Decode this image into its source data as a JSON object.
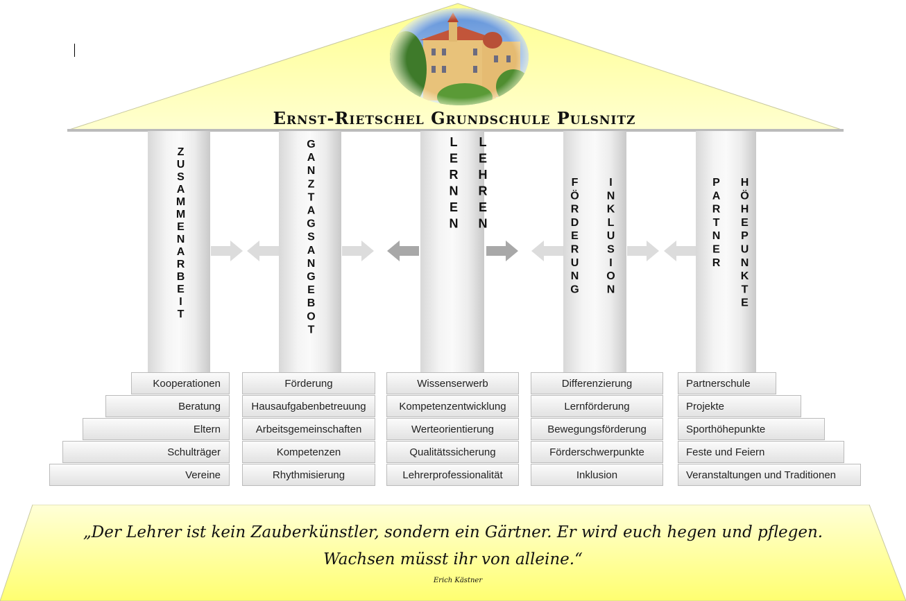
{
  "title": "Ernst-Rietschel Grundschule Pulsnitz",
  "colors": {
    "roof": "#ffffa8",
    "base": "#ffff80",
    "arrow": "#dcdcdc",
    "arrow_dark": "#a8a8a8"
  },
  "pillars": [
    {
      "label": "ZUSAMMENARBEIT",
      "steps": [
        "Kooperationen",
        "Beratung",
        "Eltern",
        "Schulträger",
        "Vereine"
      ]
    },
    {
      "label": "GANZTAGSANGEBOT",
      "steps": [
        "Förderung",
        "Hausaufgabenbetreuung",
        "Arbeitsgemeinschaften",
        "Kompetenzen",
        "Rhythmisierung"
      ]
    },
    {
      "label": "LEHREN\n \nLERNEN",
      "steps": [
        "Wissenserwerb",
        "Kompetenzentwicklung",
        "Werteorientierung",
        "Qualitätssicherung",
        "Lehrerprofessionalität"
      ]
    },
    {
      "label": "FÖRDERUNG",
      "label2": "INKLUSION",
      "steps": [
        "Differenzierung",
        "Lernförderung",
        "Bewegungsförderung",
        "Förderschwerpunkte",
        "Inklusion"
      ]
    },
    {
      "label": "PARTNER",
      "label2": "HÖHEPUNKTE",
      "steps": [
        "Partnerschule",
        "Projekte",
        "Sporthöhepunkte",
        "Feste und Feiern",
        "Veranstaltungen und Traditionen"
      ]
    }
  ],
  "quote": {
    "line1": "„Der Lehrer ist kein Zauberkünstler, sondern ein Gärtner. Er wird euch hegen und pflegen.",
    "line2": "Wachsen müsst ihr von alleine.“",
    "author": "Erich Kästner"
  }
}
